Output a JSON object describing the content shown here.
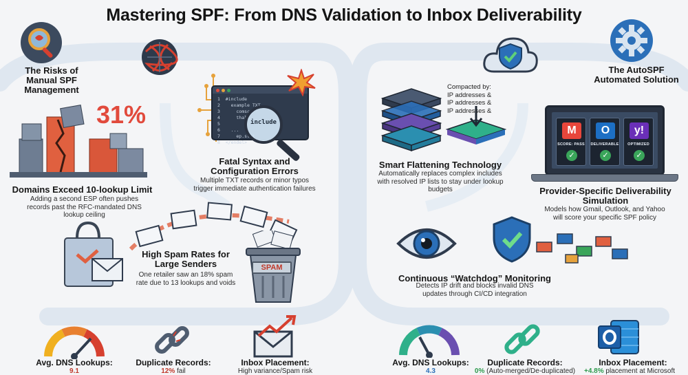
{
  "title": "Mastering SPF: From DNS Validation to Inbox Deliverability",
  "left": {
    "section_title": "The Risks of Manual SPF Management",
    "stat_31": "31%",
    "lookup_limit": {
      "title": "Domains Exceed 10-lookup Limit",
      "desc": "Adding a second ESP often pushes records past the RFC-mandated DNS lookup ceiling"
    },
    "syntax": {
      "title": "Fatal Syntax and Configuration Errors",
      "desc": "Multiple TXT records or minor typos trigger immediate authentication failures",
      "code": "1  #include\n2    example TXT\n3      comscq\n4      thal1.\n5\n6    ...\n7      ep.stst\n8  </endel>",
      "lens_text": "include"
    },
    "spam": {
      "title": "High Spam Rates for Large Senders",
      "desc": "One retailer saw an 18% spam rate due to 13 lookups and voids",
      "bin_label": "SPAM"
    },
    "metrics": [
      {
        "label": "Avg. DNS Lookups:",
        "value": "9.1",
        "suffix": ""
      },
      {
        "label": "Duplicate Records:",
        "value": "12%",
        "suffix": " fail"
      },
      {
        "label": "Inbox Placement:",
        "value": "",
        "suffix": "High variance/Spam risk"
      }
    ]
  },
  "right": {
    "section_title": "The AutoSPF Automated Solution",
    "flattening": {
      "title": "Smart Flattening Technology",
      "desc": "Automatically replaces complex includes with resolved IP lists to stay under lookup budgets",
      "compact_lines": [
        "Compacted by:",
        "IP addresses &",
        "IP addresses &",
        "IP addresses &"
      ]
    },
    "providers": {
      "title": "Provider-Specific Deliverability Simulation",
      "desc": "Models how Gmail, Outlook, and Yahoo will score your specific SPF policy",
      "cards": [
        {
          "logo": "M",
          "label": "SCORE: PASS",
          "color": "#e8463b"
        },
        {
          "logo": "O",
          "label": "DELIVERABLE",
          "color": "#1d6fc4"
        },
        {
          "logo": "y!",
          "label": "OPTIMIZED",
          "color": "#6a2fb8"
        }
      ]
    },
    "watchdog": {
      "title": "Continuous “Watchdog” Monitoring",
      "desc": "Detects IP drift and blocks invalid DNS updates through CI/CD integration"
    },
    "metrics": [
      {
        "label": "Avg. DNS Lookups:",
        "value": "4.3",
        "suffix": ""
      },
      {
        "label": "Duplicate Records:",
        "value": "0%",
        "suffix": " (Auto-merged/De-duplicated)"
      },
      {
        "label": "Inbox Placement:",
        "value": "+4.8%",
        "suffix": " placement at Microsoft"
      }
    ]
  },
  "colors": {
    "path": "#d9e3ee",
    "red": "#e14a3c",
    "green": "#2e9a4d",
    "blue": "#2b6fb8",
    "steel": "#4f5d70"
  },
  "icons": [
    "magnifier-bug-icon",
    "tangled-globe-icon",
    "gear-icon",
    "cloud-shield-icon",
    "eye-icon",
    "shield-check-icon",
    "gauge-icon",
    "chain-link-icon",
    "envelope-icon",
    "outlook-icon",
    "shopping-bag-icon",
    "trash-bin-icon"
  ]
}
